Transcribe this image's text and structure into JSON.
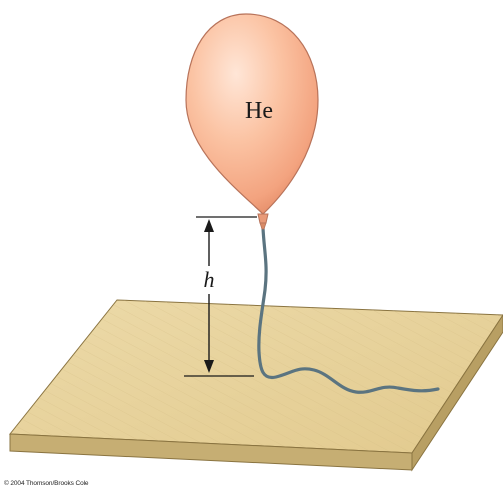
{
  "balloon": {
    "gas_label": "He",
    "fill_color": "#f7b18e",
    "edge_color": "#b8735a"
  },
  "height_marker": {
    "label": "h"
  },
  "board": {
    "top_color": "#e9d5a0",
    "side_color": "#c6ae73",
    "edge_color": "#8a7441"
  },
  "string": {
    "color": "#5b7480"
  },
  "credit": {
    "text": "© 2004 Thomson/Brooks Cole"
  }
}
